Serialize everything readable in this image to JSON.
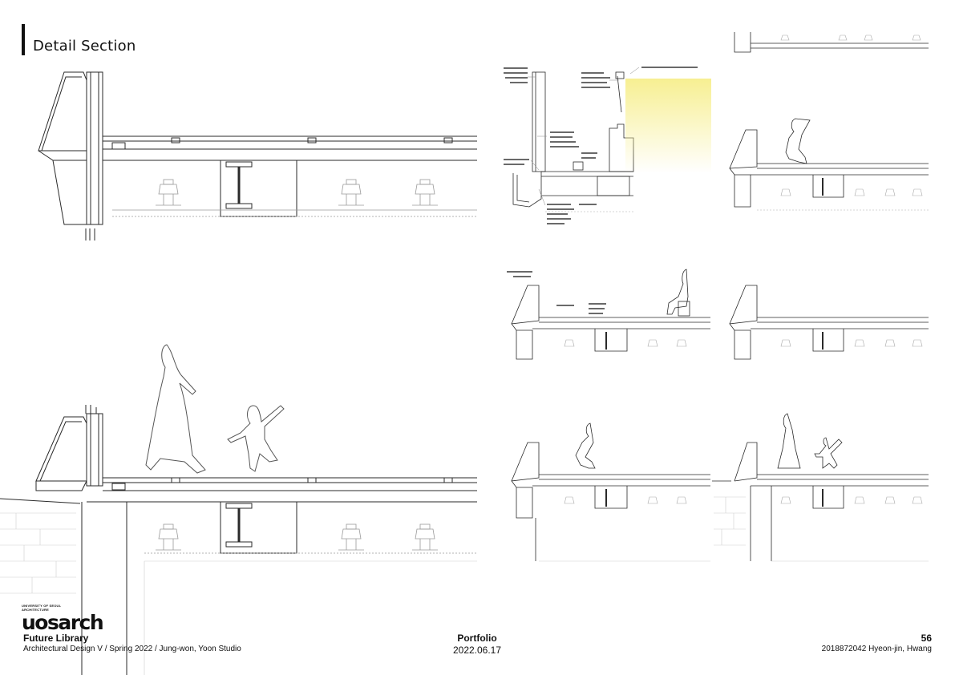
{
  "header": {
    "title": "Detail Section"
  },
  "footer": {
    "logo_university": "UNIVERSITY OF SEOUL",
    "logo_department": "ARCHITECTURE",
    "logo_text": "uosarch",
    "project_name": "Future Library",
    "course_info": "Architectural Design V / Spring 2022 / Jung-won, Yoon Studio",
    "portfolio_label": "Portfolio",
    "date": "2022.06.17",
    "page_number": "56",
    "author": "2018872042  Hyeon-jin, Hwang"
  },
  "colors": {
    "line": "#2a2a2a",
    "light_line": "#9a9a9a",
    "highlight": "#f7ef92"
  }
}
